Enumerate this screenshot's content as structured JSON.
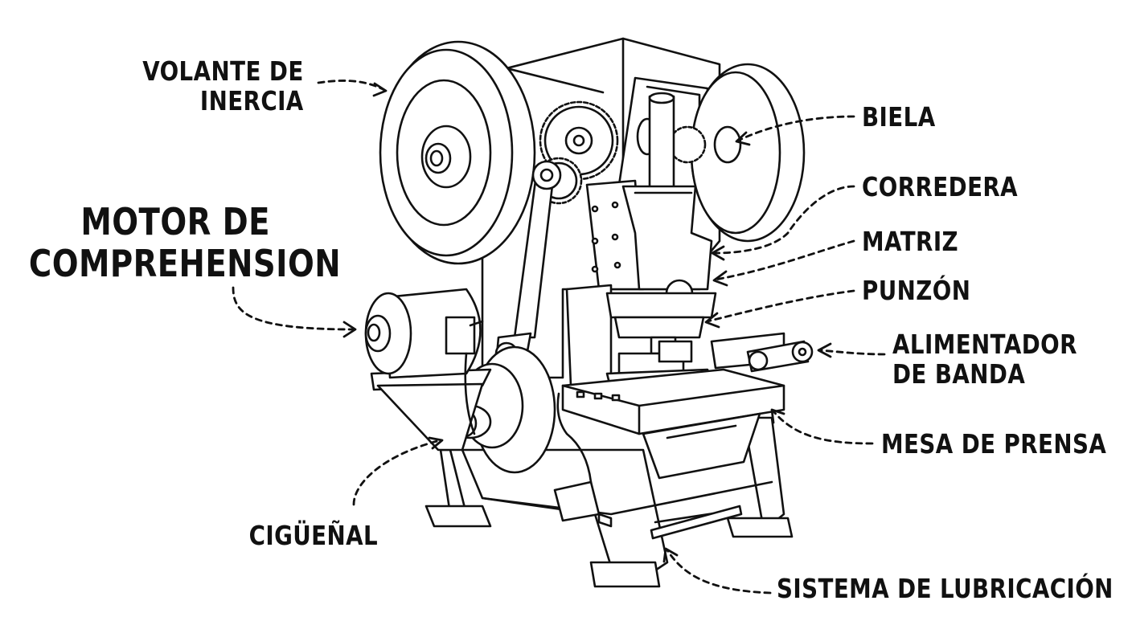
{
  "labels": {
    "volante": [
      "VOLANTE DE",
      "INERCIA"
    ],
    "motor": [
      "MOTOR DE",
      "COMPREHENSION"
    ],
    "ciguenal": "CIGÜEÑAL",
    "biela": "BIELA",
    "corredera": "CORREDERA",
    "matriz": "MATRIZ",
    "punzon": "PUNZÓN",
    "alimentador": [
      "ALIMENTADOR",
      "DE BANDA"
    ],
    "mesa": "MESA DE PRENSA",
    "lubricacion": "SISTEMA DE LUBRICACIÓN"
  }
}
